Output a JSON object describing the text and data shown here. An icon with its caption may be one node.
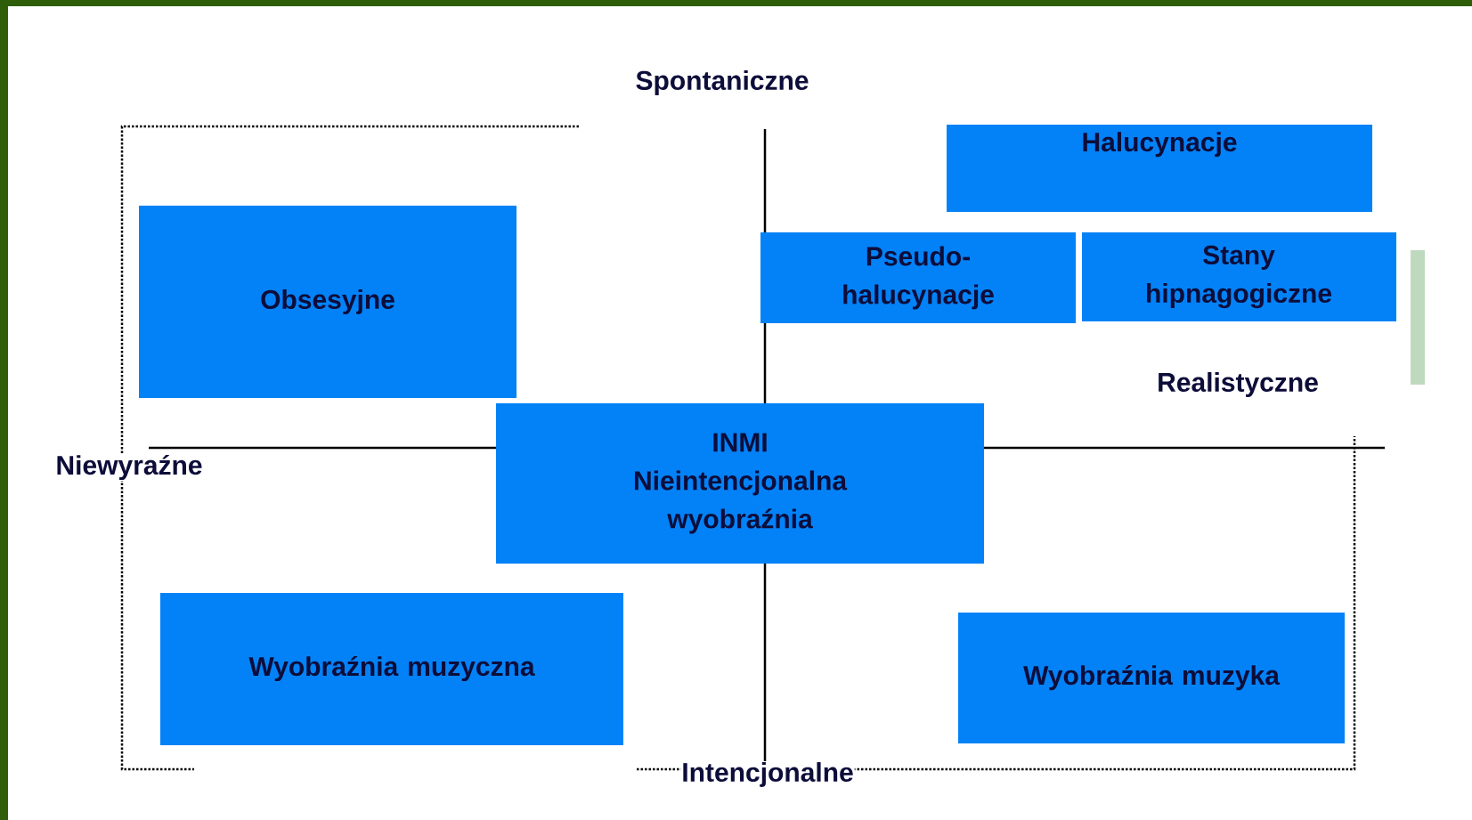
{
  "diagram": {
    "nodes": [
      {
        "text": [
          "Halucynacje"
        ]
      },
      {
        "text": [
          "Obsesyjne"
        ]
      },
      {
        "text": [
          "Pseudo- halucynacje"
        ]
      },
      {
        "text": [
          "Stany hipnagogiczne"
        ]
      },
      {
        "text": [
          "INMI Nieintencjonalna wyobraźnia"
        ]
      },
      {
        "text": [
          "Wyobraźnia muzyczna"
        ]
      },
      {
        "text": [
          "Wyobraźnia muzyka"
        ]
      },
      {
        "text": [],
        "shape": "bar"
      }
    ],
    "labels": [
      "Spontaniczne",
      "Realistyczne",
      "Niewyraźne",
      "Intencjonalne"
    ]
  }
}
